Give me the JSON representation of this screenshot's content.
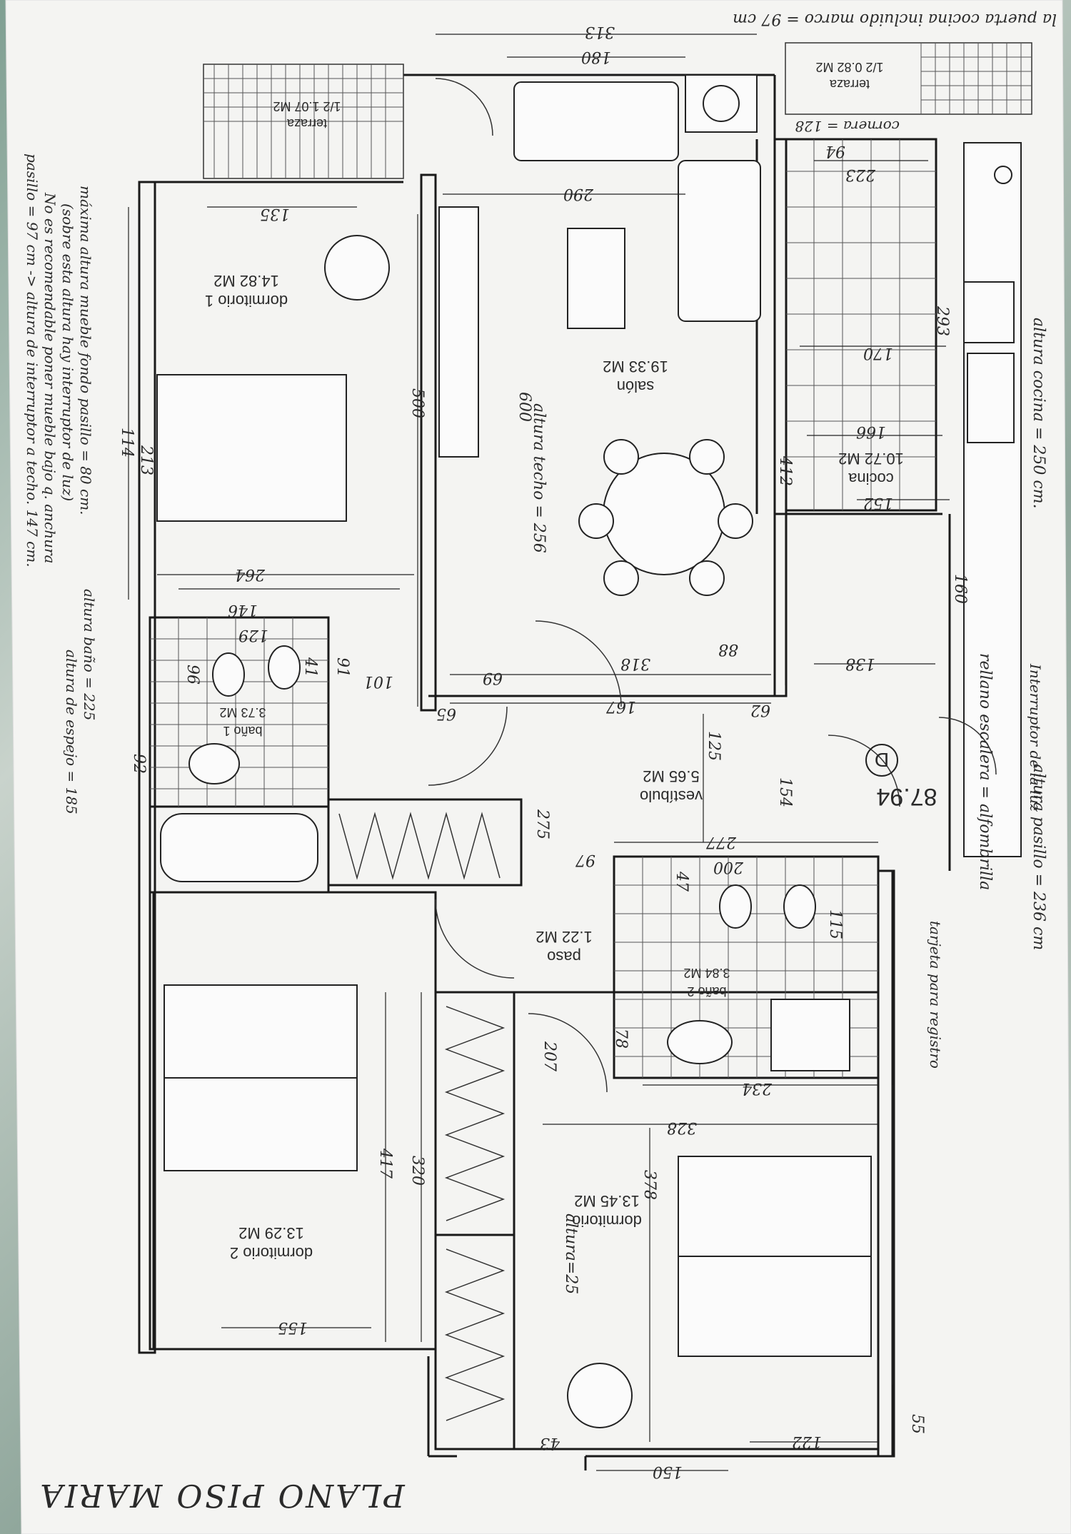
{
  "title": "PLANO PISO MARIA",
  "total_area": "87.94",
  "rooms": [
    {
      "id": "salon",
      "name": "salón",
      "area": "19.33 M2"
    },
    {
      "id": "dormitorio1",
      "name": "dormitorio 1",
      "area": "14.82 M2"
    },
    {
      "id": "dormitorio2",
      "name": "dormitorio 2",
      "area": "13.29 M2"
    },
    {
      "id": "dormitorio3",
      "name": "dormitorio",
      "area": "13.45 M2"
    },
    {
      "id": "cocina",
      "name": "cocina",
      "area": "10.72 M2"
    },
    {
      "id": "vestibulo",
      "name": "vestíbulo",
      "area": "5.65 M2"
    },
    {
      "id": "bano1",
      "name": "baño 1",
      "area": "3.73 M2"
    },
    {
      "id": "bano2",
      "name": "baño 2",
      "area": "3.84 M2"
    },
    {
      "id": "paso",
      "name": "paso",
      "area": "1.22 M2"
    },
    {
      "id": "terraza1",
      "name": "terraza",
      "area": "1/2 1.07 M2"
    },
    {
      "id": "terraza2",
      "name": "terraza",
      "area": "1/2 0.82 M2"
    }
  ],
  "notes": {
    "mueble1": "máxima altura mueble fondo pasillo = 80 cm.",
    "mueble2": "(sobre esta altura hay interruptor de luz)",
    "mueble3": "No es recomendable poner mueble bajo q. anchura",
    "mueble4": "pasillo = 97 cm -> altura de interruptor a techo. 147 cm.",
    "puerta": "la puerta cocina incluido marco = 97 cm",
    "altura_cocina": "altura cocina = 250 cm.",
    "interruptor": "Interruptor de la luz",
    "rellano": "rellano escalera = alfombrilla",
    "altura_pasillo": "altura pasillo = 236 cm",
    "tarjeta": "tarjeta para registro",
    "altura_techo": "altura techo = 256",
    "altura_bano": "altura baño = 225",
    "altura_espejo": "altura de espejo = 185",
    "altura_25": "altura=25",
    "cornera": "cornera = 128",
    "door_label": "D"
  },
  "dims": {
    "d313": "313",
    "d180": "180",
    "d290": "290",
    "d500": "500",
    "d600": "600",
    "d135": "135",
    "d114": "114",
    "d213": "213",
    "d264": "264",
    "d146": "146",
    "d129": "129",
    "d318": "318",
    "d88": "88",
    "d69": "69",
    "d167": "167",
    "d62": "62",
    "d65": "65",
    "d101": "101",
    "d138": "138",
    "d154": "154",
    "d277": "277",
    "d200": "200",
    "d275": "275",
    "d97": "97",
    "d78": "78",
    "d94": "94",
    "d223": "223",
    "d293": "293",
    "d170": "170",
    "d166": "166",
    "d152": "152",
    "d412": "412",
    "d160": "160",
    "d128": "128",
    "d234": "234",
    "d328": "328",
    "d320": "320",
    "d417": "417",
    "d207": "207",
    "d155": "155",
    "d150": "150",
    "d122": "122",
    "d55": "55",
    "d43": "43",
    "d91": "91",
    "d96": "96",
    "d41": "41",
    "d92": "92",
    "d47": "47",
    "d115": "115",
    "d125": "125"
  }
}
